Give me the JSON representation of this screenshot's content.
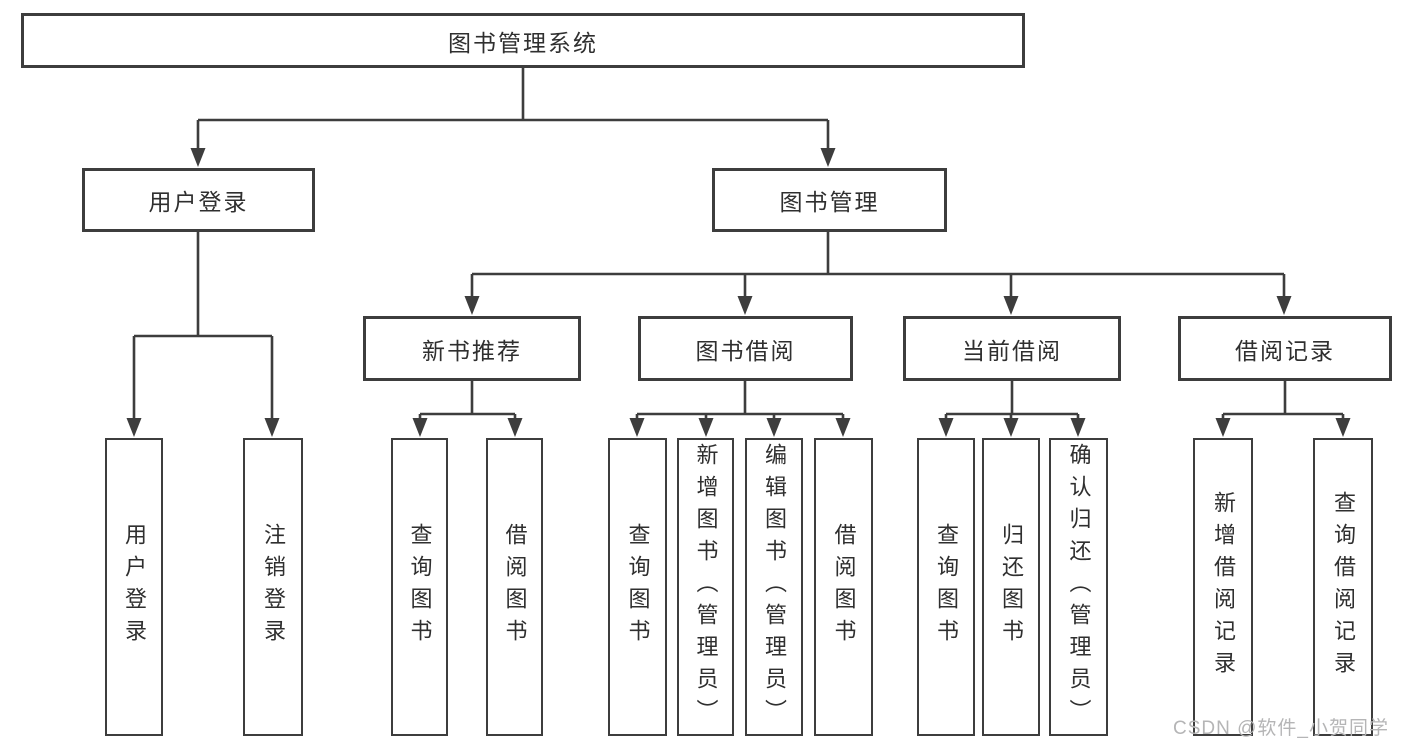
{
  "tree": {
    "root": "图书管理系统",
    "level2": [
      {
        "label": "用户登录",
        "leaves": [
          "用户登录",
          "注销登录"
        ]
      },
      {
        "label": "图书管理",
        "groups": [
          {
            "label": "新书推荐",
            "leaves": [
              "查询图书",
              "借阅图书"
            ]
          },
          {
            "label": "图书借阅",
            "leaves": [
              "查询图书",
              "新增图书（管理员）",
              "编辑图书（管理员）",
              "借阅图书"
            ]
          },
          {
            "label": "当前借阅",
            "leaves": [
              "查询图书",
              "归还图书",
              "确认归还（管理员）"
            ]
          },
          {
            "label": "借阅记录",
            "leaves": [
              "新增借阅记录",
              "查询借阅记录"
            ]
          }
        ]
      }
    ]
  },
  "watermark": "CSDN @软件_小贺同学",
  "colors": {
    "line": "#3d3d3d",
    "box_border": "#3d3d3d",
    "text": "#2f2f2f",
    "background": "#ffffff",
    "watermark": "#b5b5b6"
  }
}
